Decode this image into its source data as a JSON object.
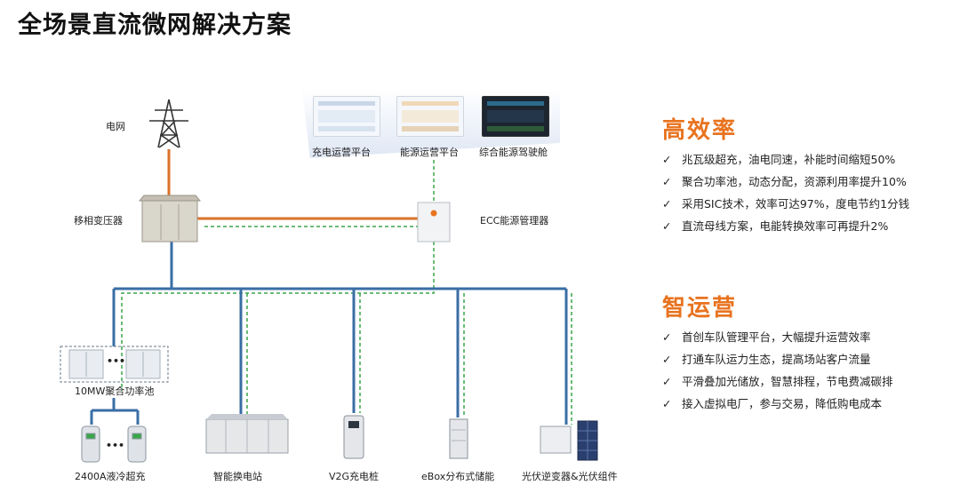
{
  "title": "全场景直流微网解决方案",
  "diagram": {
    "grid": "电网",
    "transformer": "移相变压器",
    "ecc": "ECC能源管理器",
    "platforms": [
      "充电运营平台",
      "能源运营平台",
      "综合能源驾驶舱"
    ],
    "pool": "10MW聚合功率池",
    "pool_dots": "•••",
    "charger_dots": "•••",
    "devices": [
      "2400A液冷超充",
      "智能换电站",
      "V2G充电桩",
      "eBox分布式储能",
      "光伏逆变器&光伏组件"
    ]
  },
  "panels": {
    "efficiency": {
      "heading": "高效率",
      "items": [
        "兆瓦级超充，油电同速，补能时间缩短50%",
        "聚合功率池，动态分配，资源利用率提升10%",
        "采用SIC技术，效率可达97%，度电节约1分钱",
        "直流母线方案，电能转换效率可再提升2%"
      ]
    },
    "operation": {
      "heading": "智运营",
      "items": [
        "首创车队管理平台，大幅提升运营效率",
        "打通车队运力生态，提高场站客户流量",
        "平滑叠加光储放，智慧排程，节电费减碳排",
        "接入虚拟电厂，参与交易，降低购电成本"
      ]
    },
    "check_glyph": "✓"
  },
  "colors": {
    "accent": "#e8731f",
    "dc_bus": "#3a6ea5",
    "comm": "#3aa64a",
    "ac_line": "#d9722a"
  }
}
